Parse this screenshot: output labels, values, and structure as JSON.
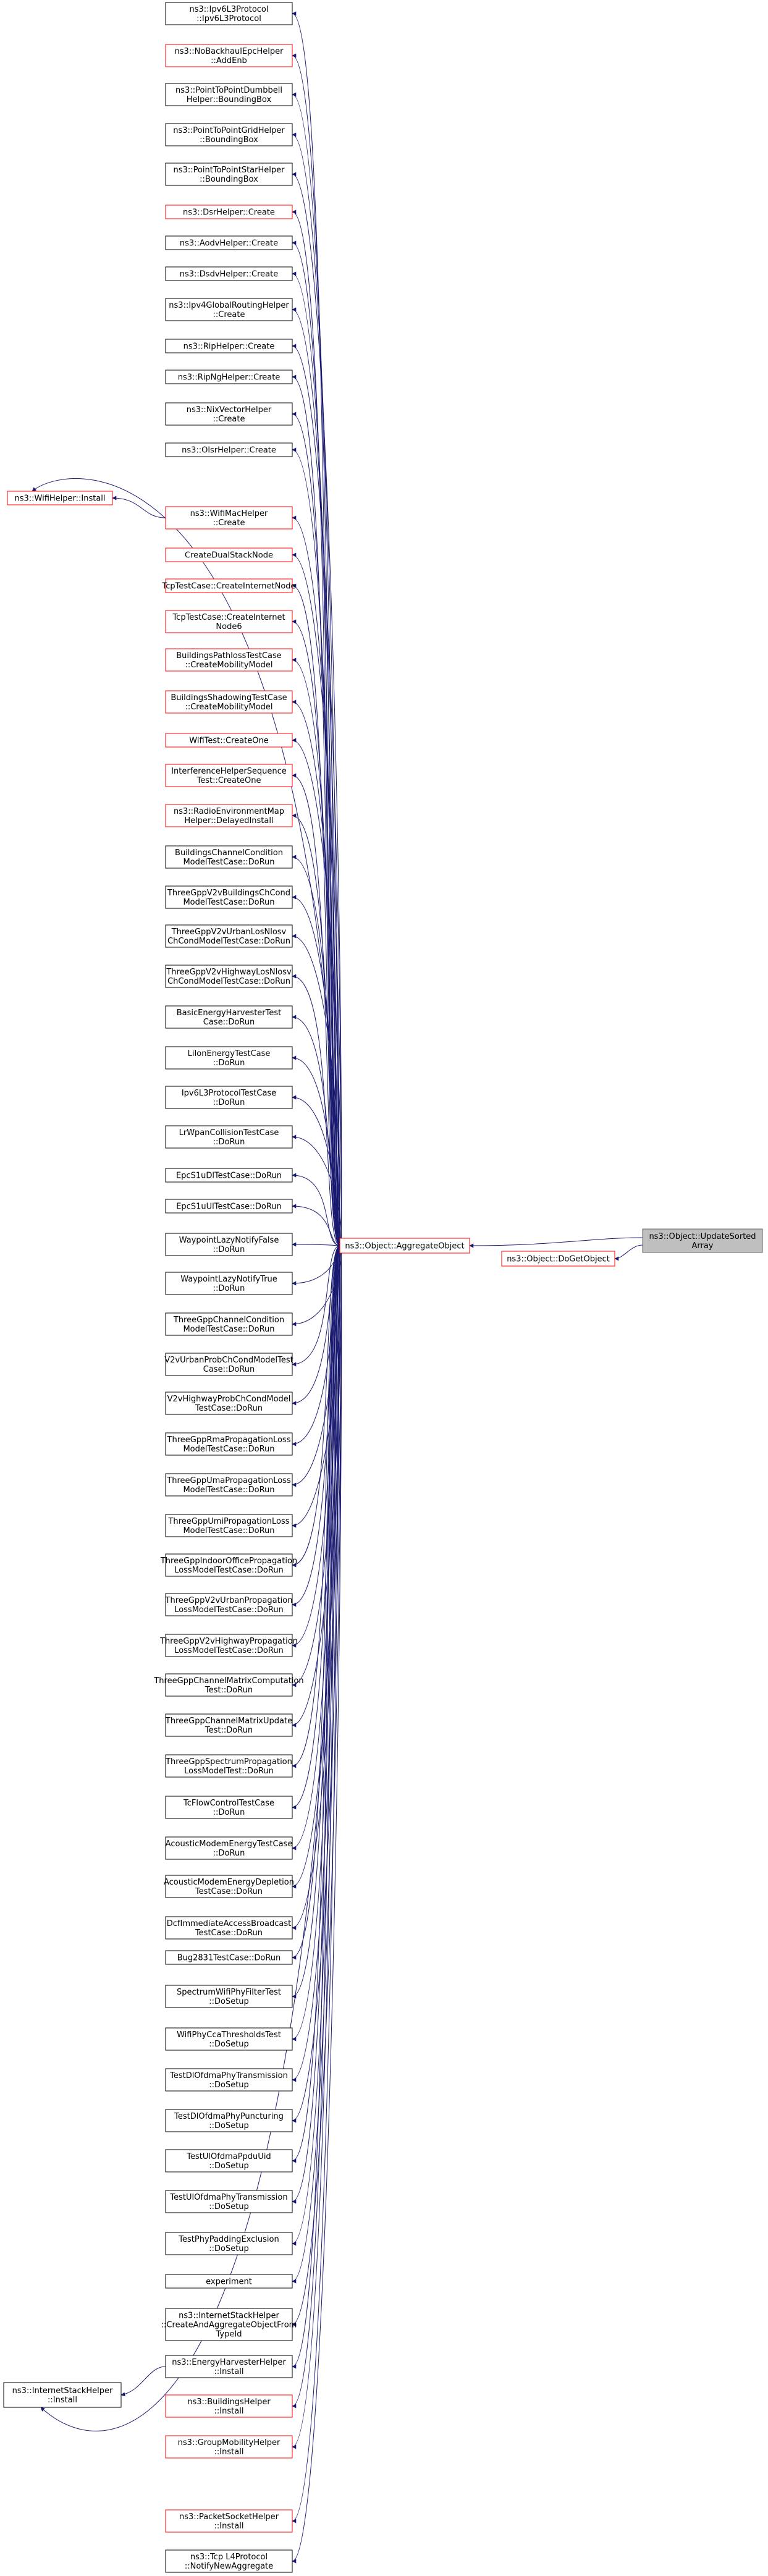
{
  "focus": "ns3::Object::UpdateSorted\nArray",
  "middle": {
    "aggregate": "ns3::Object::AggregateObject",
    "doget": "ns3::Object::DoGetObject"
  },
  "extra_sources": [
    "ns3::WifiHelper::Install",
    "ns3::InternetStackHelper\n::Install"
  ],
  "callers": [
    {
      "label": "ns3::Ipv6L3Protocol\n::Ipv6L3Protocol",
      "style": "black"
    },
    {
      "label": "ns3::NoBackhaulEpcHelper\n::AddEnb",
      "style": "red"
    },
    {
      "label": "ns3::PointToPointDumbbell\nHelper::BoundingBox",
      "style": "black"
    },
    {
      "label": "ns3::PointToPointGridHelper\n::BoundingBox",
      "style": "black"
    },
    {
      "label": "ns3::PointToPointStarHelper\n::BoundingBox",
      "style": "black"
    },
    {
      "label": "ns3::DsrHelper::Create",
      "style": "red"
    },
    {
      "label": "ns3::AodvHelper::Create",
      "style": "black"
    },
    {
      "label": "ns3::DsdvHelper::Create",
      "style": "black"
    },
    {
      "label": "ns3::Ipv4GlobalRoutingHelper\n::Create",
      "style": "black"
    },
    {
      "label": "ns3::RipHelper::Create",
      "style": "black"
    },
    {
      "label": "ns3::RipNgHelper::Create",
      "style": "black"
    },
    {
      "label": "ns3::NixVectorHelper\n::Create",
      "style": "black"
    },
    {
      "label": "ns3::OlsrHelper::Create",
      "style": "black"
    },
    {
      "label": "ns3::WifiMacHelper\n::Create",
      "style": "red"
    },
    {
      "label": "CreateDualStackNode",
      "style": "red"
    },
    {
      "label": "TcpTestCase::CreateInternetNode",
      "style": "red"
    },
    {
      "label": "TcpTestCase::CreateInternet\nNode6",
      "style": "red"
    },
    {
      "label": "BuildingsPathlossTestCase\n::CreateMobilityModel",
      "style": "red"
    },
    {
      "label": "BuildingsShadowingTestCase\n::CreateMobilityModel",
      "style": "red"
    },
    {
      "label": "WifiTest::CreateOne",
      "style": "red"
    },
    {
      "label": "InterferenceHelperSequence\nTest::CreateOne",
      "style": "red"
    },
    {
      "label": "ns3::RadioEnvironmentMap\nHelper::DelayedInstall",
      "style": "red"
    },
    {
      "label": "BuildingsChannelCondition\nModelTestCase::DoRun",
      "style": "black"
    },
    {
      "label": "ThreeGppV2vBuildingsChCond\nModelTestCase::DoRun",
      "style": "black"
    },
    {
      "label": "ThreeGppV2vUrbanLosNlosv\nChCondModelTestCase::DoRun",
      "style": "black"
    },
    {
      "label": "ThreeGppV2vHighwayLosNlosv\nChCondModelTestCase::DoRun",
      "style": "black"
    },
    {
      "label": "BasicEnergyHarvesterTest\nCase::DoRun",
      "style": "black"
    },
    {
      "label": "LiIonEnergyTestCase\n::DoRun",
      "style": "black"
    },
    {
      "label": "Ipv6L3ProtocolTestCase\n::DoRun",
      "style": "black"
    },
    {
      "label": "LrWpanCollisionTestCase\n::DoRun",
      "style": "black"
    },
    {
      "label": "EpcS1uDlTestCase::DoRun",
      "style": "black"
    },
    {
      "label": "EpcS1uUlTestCase::DoRun",
      "style": "black"
    },
    {
      "label": "WaypointLazyNotifyFalse\n::DoRun",
      "style": "black"
    },
    {
      "label": "WaypointLazyNotifyTrue\n::DoRun",
      "style": "black"
    },
    {
      "label": "ThreeGppChannelCondition\nModelTestCase::DoRun",
      "style": "black"
    },
    {
      "label": "V2vUrbanProbChCondModelTest\nCase::DoRun",
      "style": "black"
    },
    {
      "label": "V2vHighwayProbChCondModel\nTestCase::DoRun",
      "style": "black"
    },
    {
      "label": "ThreeGppRmaPropagationLoss\nModelTestCase::DoRun",
      "style": "black"
    },
    {
      "label": "ThreeGppUmaPropagationLoss\nModelTestCase::DoRun",
      "style": "black"
    },
    {
      "label": "ThreeGppUmiPropagationLoss\nModelTestCase::DoRun",
      "style": "black"
    },
    {
      "label": "ThreeGppIndoorOfficePropagation\nLossModelTestCase::DoRun",
      "style": "black"
    },
    {
      "label": "ThreeGppV2vUrbanPropagation\nLossModelTestCase::DoRun",
      "style": "black"
    },
    {
      "label": "ThreeGppV2vHighwayPropagation\nLossModelTestCase::DoRun",
      "style": "black"
    },
    {
      "label": "ThreeGppChannelMatrixComputation\nTest::DoRun",
      "style": "black"
    },
    {
      "label": "ThreeGppChannelMatrixUpdate\nTest::DoRun",
      "style": "black"
    },
    {
      "label": "ThreeGppSpectrumPropagation\nLossModelTest::DoRun",
      "style": "black"
    },
    {
      "label": "TcFlowControlTestCase\n::DoRun",
      "style": "black"
    },
    {
      "label": "AcousticModemEnergyTestCase\n::DoRun",
      "style": "black"
    },
    {
      "label": "AcousticModemEnergyDepletion\nTestCase::DoRun",
      "style": "black"
    },
    {
      "label": "DcfImmediateAccessBroadcast\nTestCase::DoRun",
      "style": "black"
    },
    {
      "label": "Bug2831TestCase::DoRun",
      "style": "black"
    },
    {
      "label": "SpectrumWifiPhyFilterTest\n::DoSetup",
      "style": "black"
    },
    {
      "label": "WifiPhyCcaThresholdsTest\n::DoSetup",
      "style": "black"
    },
    {
      "label": "TestDlOfdmaPhyTransmission\n::DoSetup",
      "style": "black"
    },
    {
      "label": "TestDlOfdmaPhyPuncturing\n::DoSetup",
      "style": "black"
    },
    {
      "label": "TestUlOfdmaPpduUid\n::DoSetup",
      "style": "black"
    },
    {
      "label": "TestUlOfdmaPhyTransmission\n::DoSetup",
      "style": "black"
    },
    {
      "label": "TestPhyPaddingExclusion\n::DoSetup",
      "style": "black"
    },
    {
      "label": "experiment",
      "style": "black"
    },
    {
      "label": "ns3::InternetStackHelper\n::CreateAndAggregateObjectFrom\nTypeId",
      "style": "black"
    },
    {
      "label": "ns3::EnergyHarvesterHelper\n::Install",
      "style": "black"
    },
    {
      "label": "ns3::BuildingsHelper\n::Install",
      "style": "red"
    },
    {
      "label": "ns3::GroupMobilityHelper\n::Install",
      "style": "red"
    },
    {
      "label": "ns3::PacketSocketHelper\n::Install",
      "style": "red"
    },
    {
      "label": "ns3::Tcp L4Protocol\n::NotifyNewAggregate",
      "style": "black"
    }
  ]
}
